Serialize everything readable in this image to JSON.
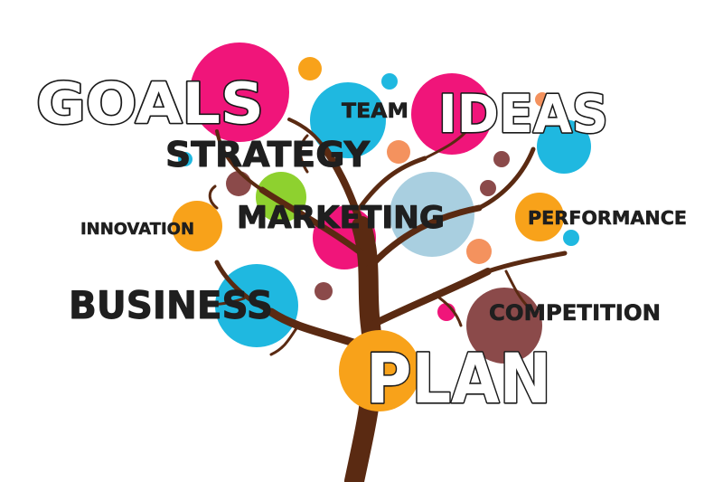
{
  "illustration": {
    "words": {
      "goals": "GOALS",
      "team": "TEAM",
      "ideas": "IDEAS",
      "strategy": "STRATEGY",
      "innovation": "INNOVATION",
      "marketing": "MARKETING",
      "performance": "PERFORMANCE",
      "business": "BUSINESS",
      "competition": "COMPETITION",
      "plan": "PLAN"
    },
    "colors": {
      "trunk": "#5a2a12",
      "magenta": "#f0157a",
      "cyan": "#1fb8e0",
      "orange": "#f8a21a",
      "lime": "#8ed12f",
      "light_blue": "#a9cfe0",
      "mauve": "#8b4a4a",
      "salmon": "#f4925e",
      "ink": "#1f1f1f"
    }
  }
}
